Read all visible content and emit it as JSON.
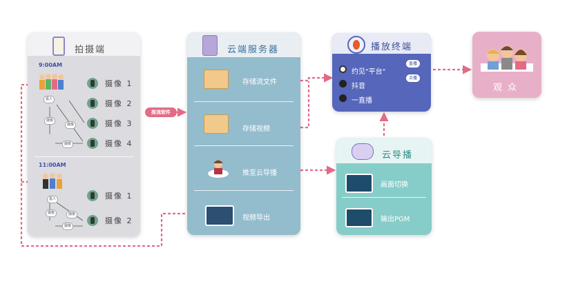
{
  "capture": {
    "title": "拍摄端",
    "scene1": {
      "time": "9:00AM",
      "cameras": [
        "摄像 1",
        "摄像 2",
        "摄像 3",
        "摄像 4"
      ],
      "guest": "嘉人",
      "tag1": "摄像",
      "tag2": "摄像",
      "tag3": "摄像"
    },
    "scene2": {
      "time": "11:00AM",
      "cameras": [
        "摄像 1",
        "摄像 2"
      ],
      "guest": "嘉人",
      "tag1": "摄像",
      "tag2": "摄像",
      "tag3": "摄像"
    }
  },
  "push_software": "推流软件",
  "cloud": {
    "title": "云端服务器",
    "items": [
      "存储流文件",
      "存储视频",
      "推至云导播",
      "视频导出"
    ]
  },
  "play": {
    "title": "播放终端",
    "items": [
      "约见\"平台\"",
      "抖音",
      "一直播"
    ],
    "live_badge": "直播",
    "vod_badge": "点播"
  },
  "director": {
    "title": "云导播",
    "items": [
      "画面切换",
      "输出PGM"
    ]
  },
  "viewer": {
    "title": "观 众"
  },
  "colors": {
    "arrow": "#e36b86",
    "capture": "#dcdbe0",
    "cloud": "#93bccd",
    "play": "#5566bb",
    "director": "#86cdc9",
    "viewer": "#e8b0c8"
  }
}
